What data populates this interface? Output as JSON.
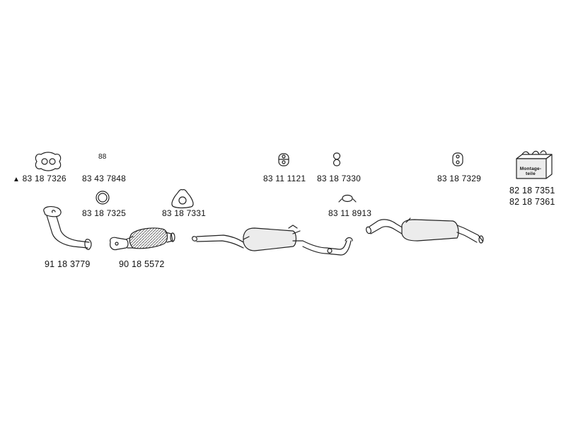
{
  "parts": {
    "gasket_manifold": "83 18 7326",
    "small_clips": "83 43 7848",
    "clip_glyph": "88",
    "ring_gasket": "83 18 7325",
    "flange_gasket": "83 18 7331",
    "rubber_mount_front": "83 11 1121",
    "hanger_mid": "83 18 7330",
    "clamp_mid": "83 11 8913",
    "rubber_mount_rear": "83 18 7329",
    "mounting_kit_1": "82 18 7351",
    "mounting_kit_2": "82 18 7361",
    "front_pipe": "91 18 3779",
    "catalytic_converter": "90 18 5572"
  },
  "kit_box_text": [
    "Montage-",
    "teile"
  ],
  "marker_symbol": "▲"
}
